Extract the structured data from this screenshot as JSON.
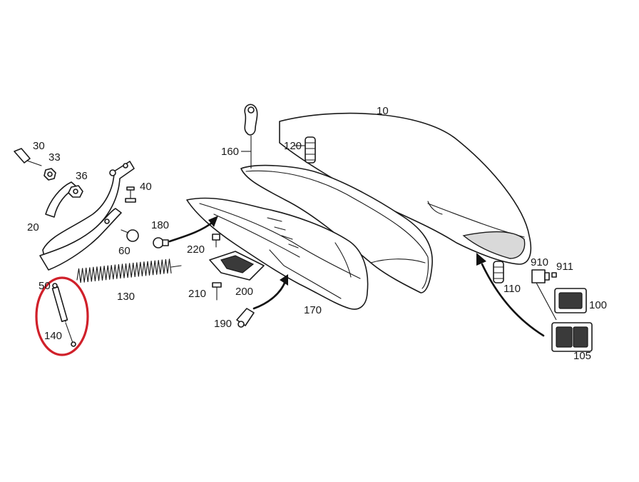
{
  "labels": {
    "p10": "10",
    "p20": "20",
    "p30": "30",
    "p33": "33",
    "p36": "36",
    "p40": "40",
    "p50": "50",
    "p60": "60",
    "p100": "100",
    "p105": "105",
    "p110": "110",
    "p120": "120",
    "p130": "130",
    "p140": "140",
    "p160": "160",
    "p170": "170",
    "p180": "180",
    "p190": "190",
    "p200": "200",
    "p210": "210",
    "p220": "220",
    "p910": "910",
    "p911": "911"
  },
  "colors": {
    "line": "#1a1a1a",
    "highlight_circle": "#d0202a",
    "background": "#ffffff"
  }
}
